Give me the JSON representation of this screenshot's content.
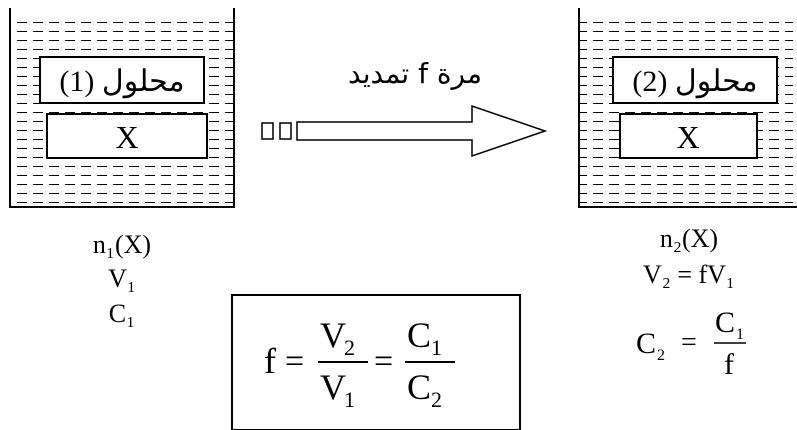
{
  "left_beaker": {
    "solution_label": "محلول (1)",
    "solute_label": "X",
    "moles": "n₁(X)",
    "volume": "V₁",
    "concentration": "C₁"
  },
  "right_beaker": {
    "solution_label": "محلول (2)",
    "solute_label": "X",
    "moles": "n₂(X)",
    "volume": "V₂ = fV₁",
    "concentration_lhs": "C",
    "concentration_sub": "2",
    "concentration_eq": "=",
    "concentration_num": "C",
    "concentration_num_sub": "1",
    "concentration_den": "f"
  },
  "arrow": {
    "label": "تمديد f مرة"
  },
  "formula": {
    "lhs": "f",
    "eq1": "=",
    "frac1_num": "V",
    "frac1_num_sub": "2",
    "frac1_den": "V",
    "frac1_den_sub": "1",
    "eq2": "=",
    "frac2_num": "C",
    "frac2_num_sub": "1",
    "frac2_den": "C",
    "frac2_den_sub": "2"
  }
}
